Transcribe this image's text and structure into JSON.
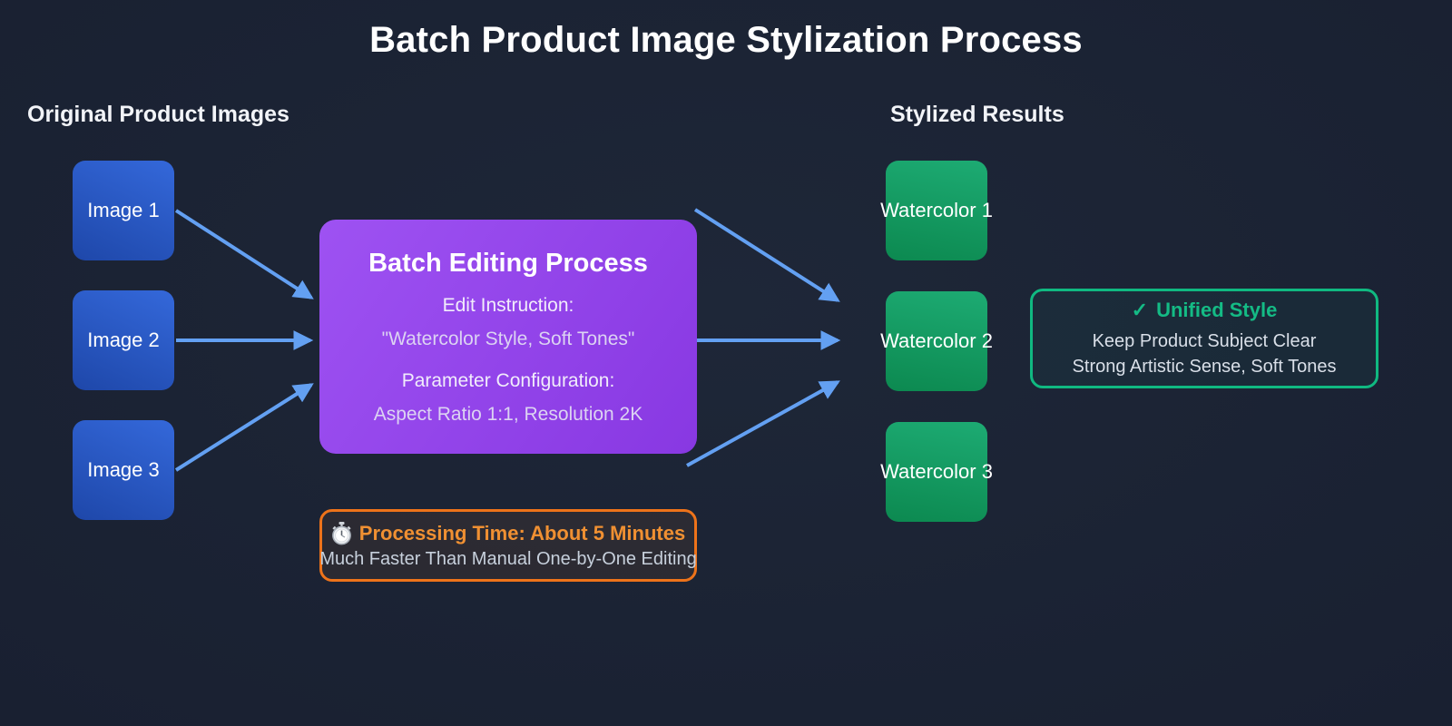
{
  "title": "Batch Product Image Stylization Process",
  "left_section": {
    "heading": "Original Product Images",
    "items": [
      {
        "label": "Image 1"
      },
      {
        "label": "Image 2"
      },
      {
        "label": "Image 3"
      }
    ]
  },
  "process_box": {
    "title": "Batch Editing Process",
    "edit_label": "Edit Instruction:",
    "edit_value": "\"Watercolor Style, Soft Tones\"",
    "param_label": "Parameter Configuration:",
    "param_value": "Aspect Ratio 1:1, Resolution 2K"
  },
  "right_section": {
    "heading": "Stylized Results",
    "items": [
      {
        "label": "Watercolor 1"
      },
      {
        "label": "Watercolor 2"
      },
      {
        "label": "Watercolor 3"
      }
    ]
  },
  "note_box": {
    "icon": "stopwatch-icon",
    "title": "Processing Time: About 5 Minutes",
    "subtitle": "Much Faster Than Manual One-by-One Editing"
  },
  "style_box": {
    "icon": "check-icon",
    "check": "✓",
    "title": "Unified Style",
    "lines": [
      "Keep Product Subject Clear",
      "Strong Artistic Sense, Soft Tones"
    ]
  },
  "colors": {
    "blue-top": "#3468da",
    "blue-bottom": "#1e47a9",
    "purple-top": "#9e52f2",
    "purple-bottom": "#8838e2",
    "green-top": "#1dab73",
    "green-bottom": "#0c8950",
    "arrow-blue": "#63a0f2",
    "orange-border": "#ee731a",
    "orange-text": "#f09032",
    "style-border": "#10b981",
    "style-text": "#14bb85"
  }
}
